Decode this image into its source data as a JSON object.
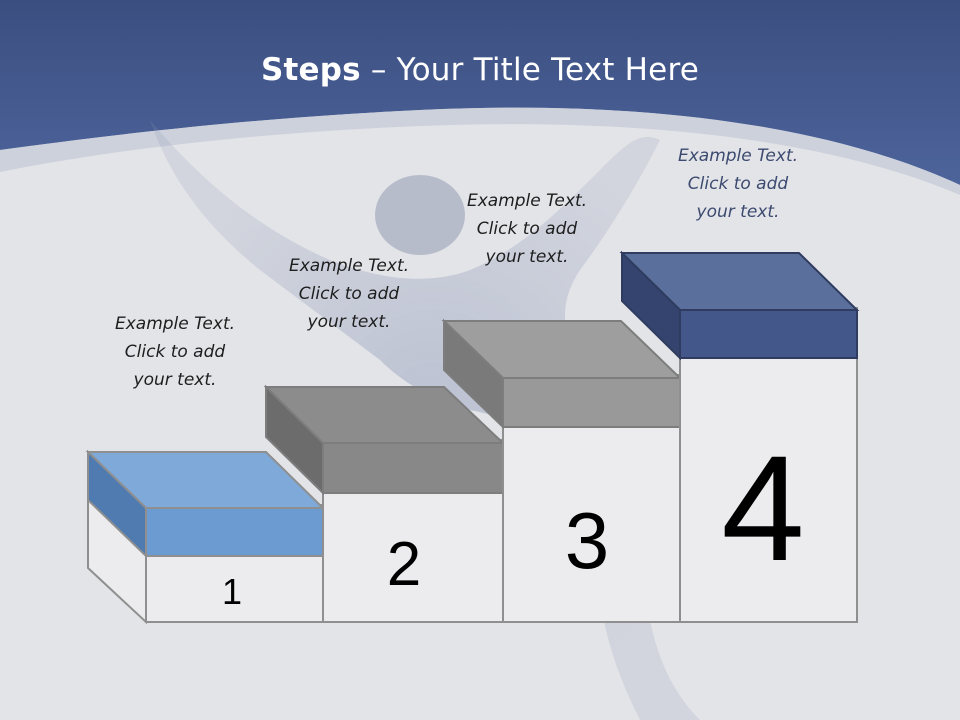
{
  "slide": {
    "title_bold": "Steps",
    "title_rest": " – Your Title Text Here"
  },
  "steps": [
    {
      "number": "1",
      "text_line1": "Example Text.",
      "text_line2": "Click  to add",
      "text_line3": "your text.",
      "color": "#6f9fd4"
    },
    {
      "number": "2",
      "text_line1": "Example Text.",
      "text_line2": "Click  to add",
      "text_line3": "your text.",
      "color": "#8a8a8a"
    },
    {
      "number": "3",
      "text_line1": "Example Text.",
      "text_line2": "Click  to add",
      "text_line3": "your text.",
      "color": "#9b9b9b"
    },
    {
      "number": "4",
      "text_line1": "Example Text.",
      "text_line2": "Click  to add",
      "text_line3": "your text.",
      "color": "#4a5d8c"
    }
  ],
  "colors": {
    "header_blue": "#44598f",
    "background": "#e6e7ea",
    "outline": "#8f8f8f"
  }
}
